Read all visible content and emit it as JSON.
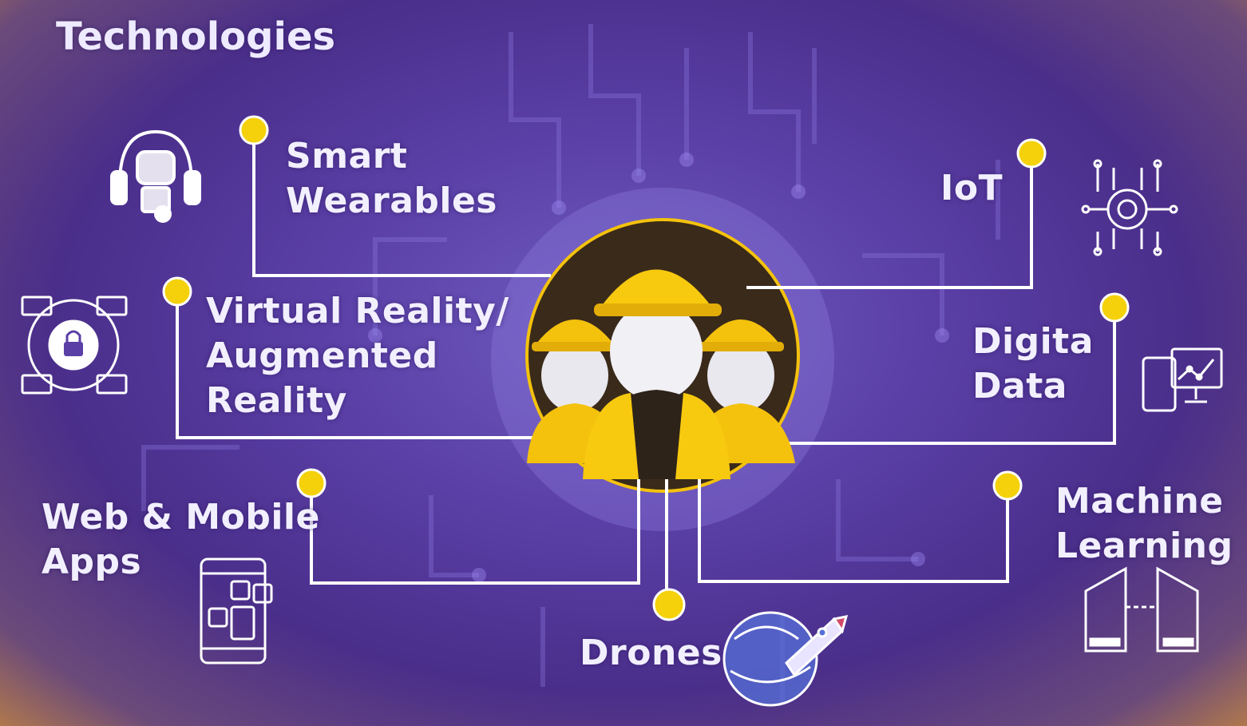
{
  "title": "Technologies",
  "labels": {
    "smart_wearables": [
      "Smart",
      "Wearables"
    ],
    "iot": "IoT",
    "vr_ar": [
      "Virtual Reality/",
      "Augmented",
      "Reality"
    ],
    "digital_data": [
      "Digita",
      "Data"
    ],
    "web_mobile": [
      "Web & Mobile",
      "Apps"
    ],
    "machine_learning": [
      "Machine",
      "Learning"
    ],
    "drones": "Drones"
  },
  "icons": {
    "smart_wearables": "headset-robot-icon",
    "iot": "chip-circuit-icon",
    "vr_ar": "network-lock-icon",
    "digital_data": "devices-chart-icon",
    "web_mobile": "mobile-apps-icon",
    "machine_learning": "servers-connect-icon",
    "drones": "globe-rocket-icon",
    "center": "workers-hardhat-icon"
  },
  "colors": {
    "node_dot": "#f4d10b",
    "connector": "#ffffff",
    "hardhat": "#f4c20d",
    "background": "#5a3fa6"
  }
}
